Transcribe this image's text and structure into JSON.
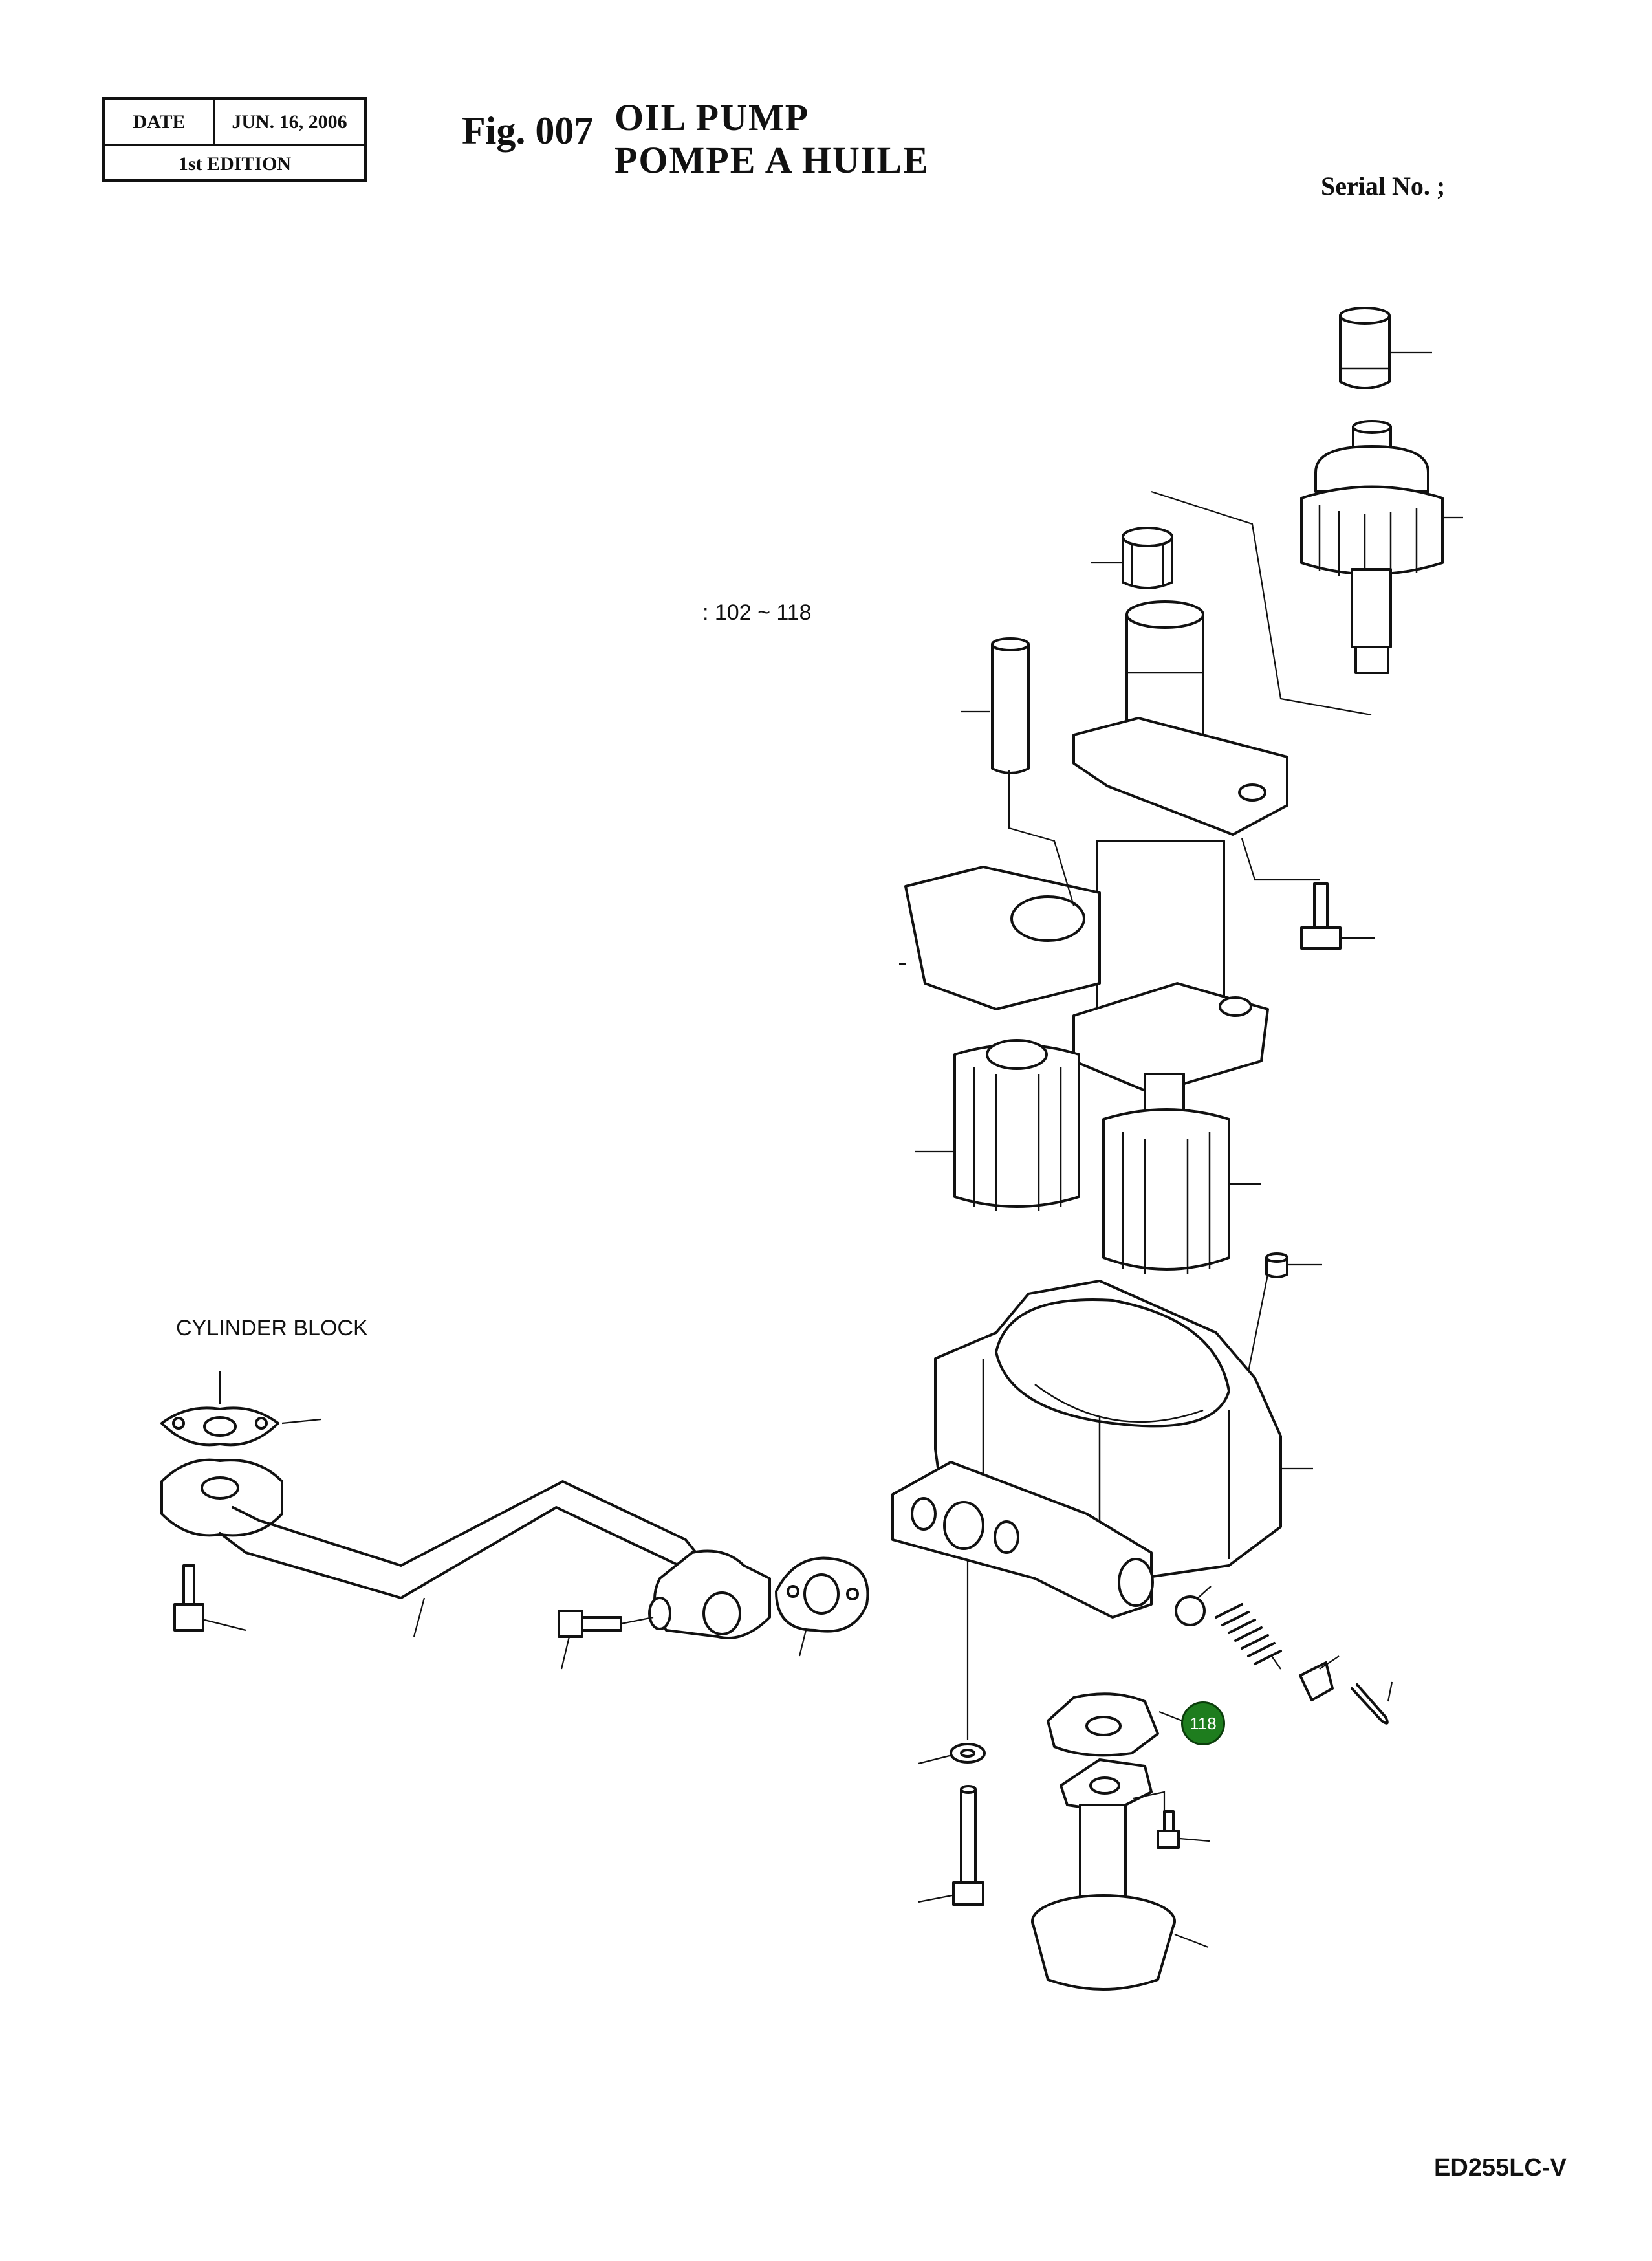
{
  "header": {
    "date_label": "DATE",
    "date_value": "JUN. 16, 2006",
    "edition": "1st EDITION",
    "fig_number": "Fig. 007",
    "title_en": "OIL  PUMP",
    "title_fr": "POMPE  A  HUILE",
    "serial_label": "Serial No. ;"
  },
  "diagram": {
    "part_range_label": ": 102 ~ 118",
    "cylinder_block_label": "CYLINDER BLOCK",
    "callouts": [
      {
        "number": "118",
        "color": "#1e7d1e"
      }
    ]
  },
  "footer": {
    "model_code": "ED255LC-V"
  }
}
